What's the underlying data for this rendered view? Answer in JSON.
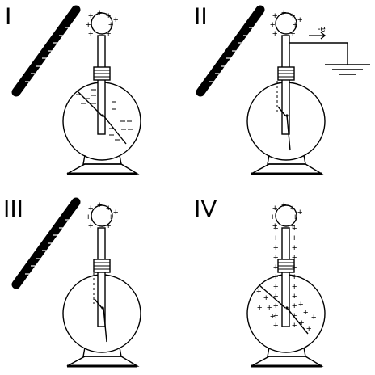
{
  "panels": [
    {
      "id": "I",
      "label": "I"
    },
    {
      "id": "II",
      "label": "II",
      "arrow_label": "-e"
    },
    {
      "id": "III",
      "label": "III"
    },
    {
      "id": "IV",
      "label": "IV"
    }
  ],
  "signs": {
    "plus": "+",
    "minus": "–"
  }
}
